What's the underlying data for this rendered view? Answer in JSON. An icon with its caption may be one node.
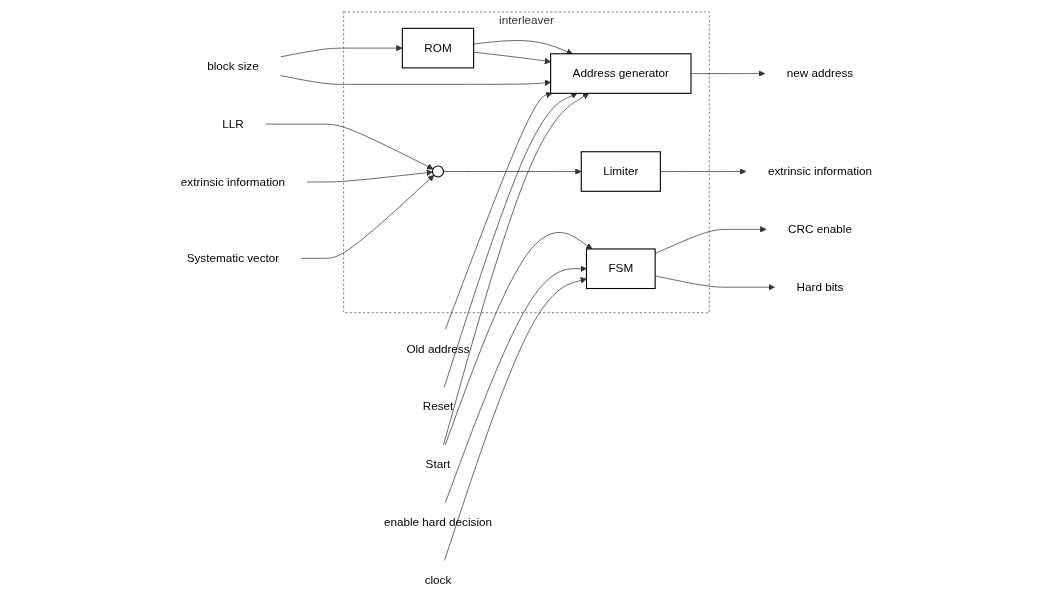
{
  "diagram": {
    "nodes": [
      {
        "text": [
          "interleaver"
        ]
      },
      {
        "text": [
          "ROM"
        ],
        "in": 0
      },
      {
        "text": [
          "Address generator"
        ],
        "in": 0
      },
      {
        "text": [
          "FSM"
        ],
        "in": 0
      },
      {
        "text": [],
        "shape": "circle",
        "in": 0
      },
      {
        "text": [
          "Limiter"
        ],
        "in": 0
      },
      {
        "text": [
          "block size"
        ]
      },
      {
        "text": [
          "Old address"
        ]
      },
      {
        "text": [
          "Reset"
        ]
      },
      {
        "text": [
          "Start"
        ]
      },
      {
        "text": [
          "enable hard decision"
        ]
      },
      {
        "text": [
          "clock"
        ]
      },
      {
        "text": [
          "LLR"
        ]
      },
      {
        "text": [
          "extrinsic information"
        ]
      },
      {
        "text": [
          "Systematic vector"
        ]
      },
      {
        "text": [
          "new address"
        ]
      },
      {
        "text": [
          "CRC enable"
        ]
      },
      {
        "text": [
          "Hard bits"
        ]
      },
      {
        "text": [
          "extrinsic information"
        ]
      }
    ],
    "edges": [
      {
        "from": 6,
        "to": 1,
        "arrow": "to"
      },
      {
        "from": 1,
        "to": 2,
        "arrow": "to"
      },
      {
        "from": 1,
        "to": 2,
        "arrow": "to"
      },
      {
        "from": 6,
        "to": 2,
        "arrow": "to"
      },
      {
        "from": 7,
        "to": 2,
        "arrow": "to"
      },
      {
        "from": 8,
        "to": 2,
        "arrow": "to"
      },
      {
        "from": 9,
        "to": 2,
        "arrow": "to"
      },
      {
        "from": 9,
        "to": 3,
        "arrow": "to"
      },
      {
        "from": 10,
        "to": 3,
        "arrow": "to"
      },
      {
        "from": 11,
        "to": 3,
        "arrow": "to"
      },
      {
        "from": 2,
        "to": 15,
        "arrow": "to"
      },
      {
        "from": 3,
        "to": 16,
        "arrow": "to"
      },
      {
        "from": 3,
        "to": 17,
        "arrow": "to"
      },
      {
        "from": 12,
        "to": 4,
        "arrow": "to"
      },
      {
        "from": 13,
        "to": 4,
        "arrow": "to"
      },
      {
        "from": 14,
        "to": 4,
        "arrow": "to"
      },
      {
        "from": 4,
        "to": 5,
        "arrow": "to"
      },
      {
        "from": 5,
        "to": 18,
        "arrow": "to"
      }
    ]
  }
}
